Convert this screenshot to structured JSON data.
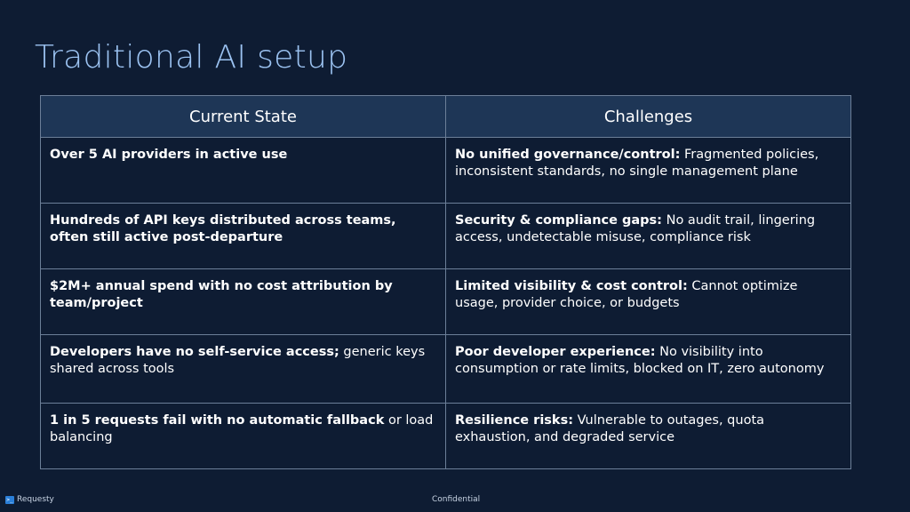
{
  "title": "Traditional AI setup",
  "table": {
    "headers": [
      "Current State",
      "Challenges"
    ],
    "rows": [
      {
        "current_bold": "Over 5 AI providers in active use",
        "current_rest": "",
        "challenge_bold": "No unified governance/control:",
        "challenge_rest": " Fragmented policies, inconsistent standards, no single management plane"
      },
      {
        "current_bold": "Hundreds of API keys distributed across teams, often still active post-departure",
        "current_rest": "",
        "challenge_bold": "Security & compliance gaps:",
        "challenge_rest": " No audit trail, lingering access, undetectable misuse, compliance risk"
      },
      {
        "current_bold": "$2M+ annual spend with no cost attribution by team/project",
        "current_rest": "",
        "challenge_bold": "Limited visibility & cost control:",
        "challenge_rest": " Cannot optimize usage, provider choice, or budgets"
      },
      {
        "current_bold": "Developers have no self-service access;",
        "current_rest": " generic keys shared across tools",
        "challenge_bold": "Poor developer experience:",
        "challenge_rest": " No visibility into consumption or rate limits, blocked on IT, zero autonomy"
      },
      {
        "current_bold": "1 in 5 requests fail with no automatic fallback",
        "current_rest": " or load balancing",
        "challenge_bold": "Resilience risks:",
        "challenge_rest": " Vulnerable to outages, quota exhaustion, and degraded service"
      }
    ]
  },
  "footer": {
    "brand": "Requesty",
    "brand_icon": ">_",
    "center": "Confidential"
  },
  "colors": {
    "background": "#0e1c33",
    "title": "#9cc3f2",
    "header_bg": "#1e3656",
    "border": "#6c7f98",
    "logo": "#2a7fd9"
  }
}
